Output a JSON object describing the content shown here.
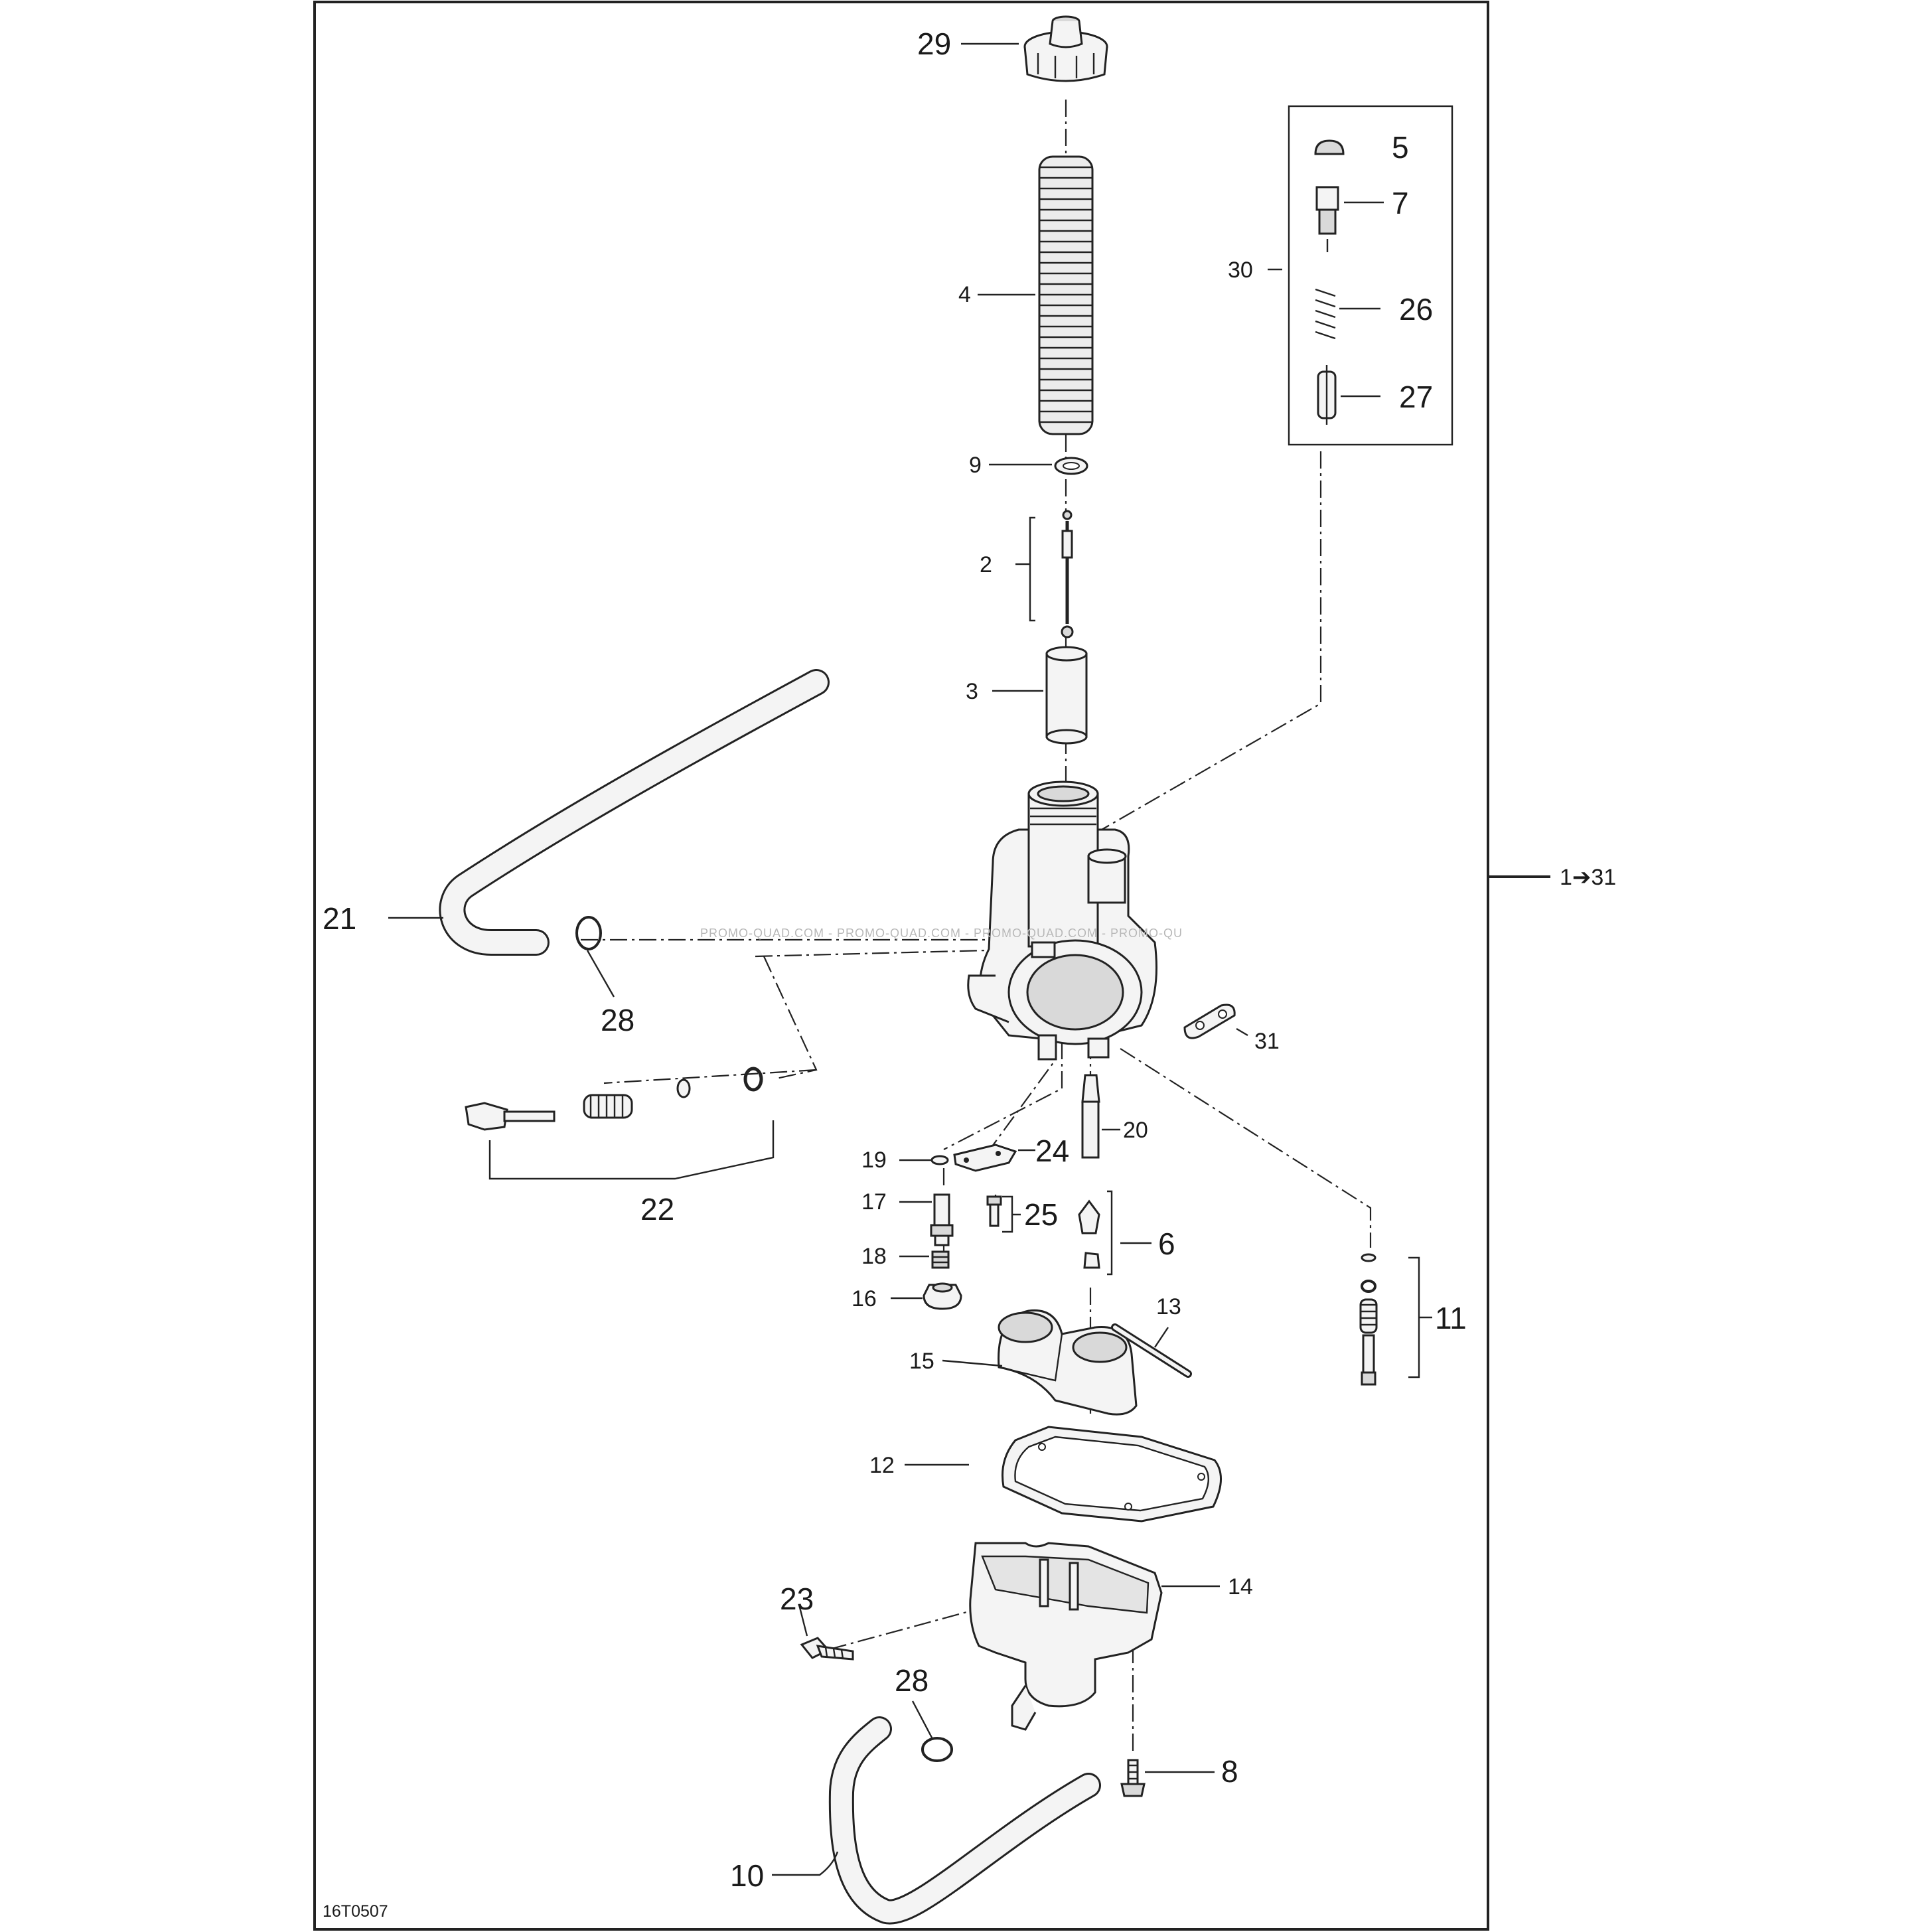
{
  "diagram": {
    "drawing_code": "16T0507",
    "assembly_label": "1➔31",
    "watermark": "PROMO-QUAD.COM - PROMO-QUAD.COM - PROMO-QUAD.COM - PROMO-QU",
    "callouts": [
      {
        "id": "29",
        "text": "29"
      },
      {
        "id": "4",
        "text": "4"
      },
      {
        "id": "9",
        "text": "9"
      },
      {
        "id": "2",
        "text": "2"
      },
      {
        "id": "3",
        "text": "3"
      },
      {
        "id": "5",
        "text": "5"
      },
      {
        "id": "7",
        "text": "7"
      },
      {
        "id": "30",
        "text": "30"
      },
      {
        "id": "26",
        "text": "26"
      },
      {
        "id": "27",
        "text": "27"
      },
      {
        "id": "21",
        "text": "21"
      },
      {
        "id": "28a",
        "text": "28"
      },
      {
        "id": "31",
        "text": "31"
      },
      {
        "id": "22",
        "text": "22"
      },
      {
        "id": "19",
        "text": "19"
      },
      {
        "id": "24",
        "text": "24"
      },
      {
        "id": "20",
        "text": "20"
      },
      {
        "id": "17",
        "text": "17"
      },
      {
        "id": "25",
        "text": "25"
      },
      {
        "id": "6",
        "text": "6"
      },
      {
        "id": "18",
        "text": "18"
      },
      {
        "id": "16",
        "text": "16"
      },
      {
        "id": "13",
        "text": "13"
      },
      {
        "id": "11",
        "text": "11"
      },
      {
        "id": "15",
        "text": "15"
      },
      {
        "id": "12",
        "text": "12"
      },
      {
        "id": "14",
        "text": "14"
      },
      {
        "id": "23",
        "text": "23"
      },
      {
        "id": "28b",
        "text": "28"
      },
      {
        "id": "8",
        "text": "8"
      },
      {
        "id": "10",
        "text": "10"
      }
    ]
  }
}
